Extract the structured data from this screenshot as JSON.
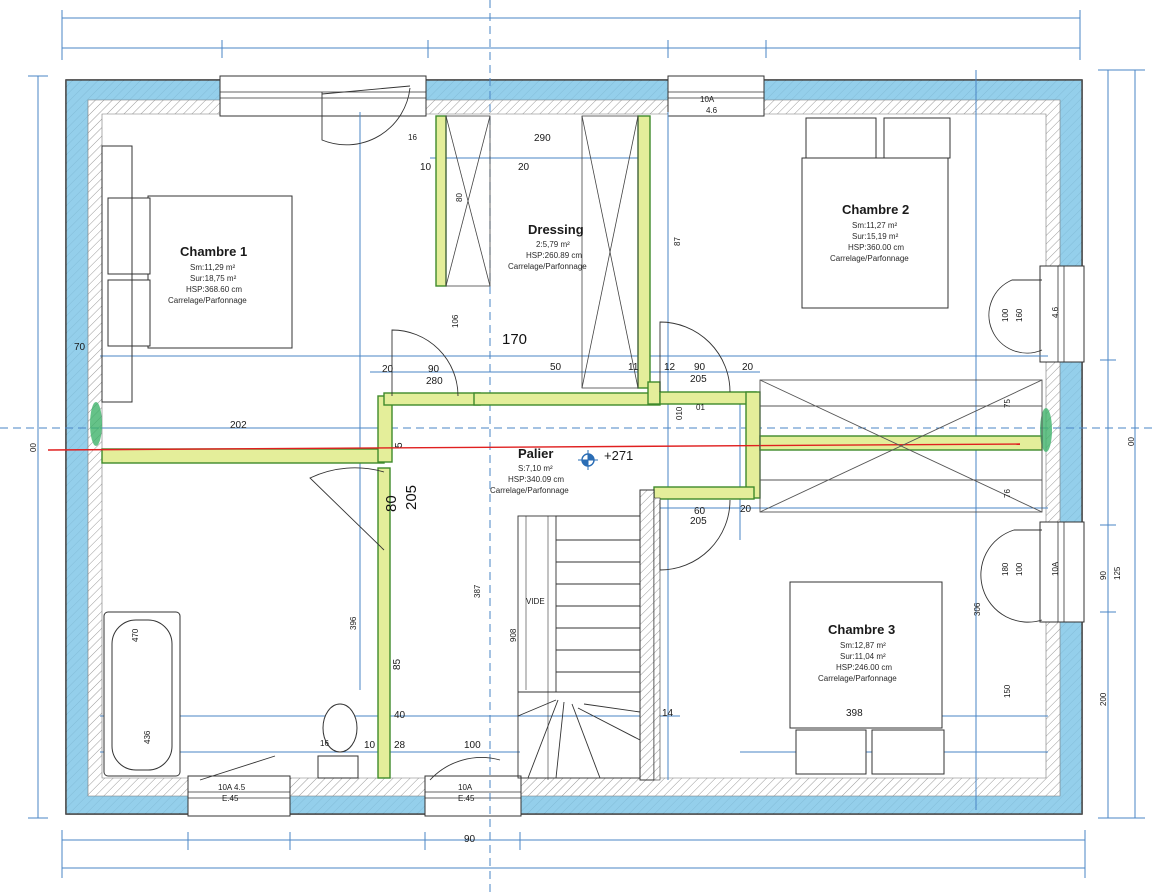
{
  "rooms": {
    "chambre1": {
      "name": "Chambre 1",
      "info": [
        "Sm:11,29 m²",
        "Sur:18,75 m²",
        "HSP:368.60 cm",
        "Carrelage/Parfonnage"
      ]
    },
    "chambre2": {
      "name": "Chambre 2",
      "info": [
        "Sm:11,27 m²",
        "Sur:15,19 m²",
        "HSP:360.00 cm",
        "Carrelage/Parfonnage"
      ]
    },
    "chambre3": {
      "name": "Chambre 3",
      "info": [
        "Sm:12,87 m²",
        "Sur:11,04 m²",
        "HSP:246.00 cm",
        "Carrelage/Parfonnage"
      ]
    },
    "dressing": {
      "name": "Dressing",
      "info": [
        "2:5,79 m²",
        "HSP:260.89 cm",
        "Carrelage/Parfonnage"
      ]
    },
    "palier": {
      "name": "Palier",
      "info": [
        "S:7,10 m²",
        "HSP:340.09 cm",
        "Carrelage/Parfonnage"
      ]
    },
    "vide": {
      "name": "VIDE"
    }
  },
  "level_marker": "+271",
  "dimensions": {
    "d_170": "170",
    "d_290": "290",
    "d_10a": "10",
    "d_20a": "20",
    "d_16": "16",
    "d_80v": "80",
    "d_87": "87",
    "d_106": "106",
    "d_70": "70",
    "d_202": "202",
    "d_20b": "20",
    "d_90a": "90",
    "d_280": "280",
    "d_50": "50",
    "d_11": "11",
    "d_12": "12",
    "d_90b": "90",
    "d_205a": "205",
    "d_20c": "20",
    "d_010": "010",
    "d_01": "01",
    "d_5": "5",
    "d_80": "80",
    "d_205b": "205",
    "d_60": "60",
    "d_205c": "205",
    "d_20d": "20",
    "d_100a": "100",
    "d_160": "160",
    "d_75": "75",
    "d_76": "76",
    "d_180": "180",
    "d_100b": "100",
    "d_306": "306",
    "d_150": "150",
    "d_90c": "90",
    "d_125": "125",
    "d_200": "200",
    "d_398": "398",
    "d_387": "387",
    "d_396": "396",
    "d_908": "908",
    "d_85": "85",
    "d_40": "40",
    "d_10b": "10",
    "d_28": "28",
    "d_100c": "100",
    "d_14": "14",
    "d_90bot": "90",
    "d_00a": "00",
    "d_00b": "00",
    "d_470": "470",
    "d_436": "436",
    "d_16b": "16"
  },
  "window_labels": {
    "top_right": [
      "10A",
      "4.6"
    ],
    "bottom_left": [
      "10A 4.5",
      "E.45"
    ],
    "bottom_mid": [
      "10A",
      "E.45"
    ],
    "right_upper": "4.6",
    "right_lower": "10A"
  },
  "colors": {
    "wall_fill": "#7dc4e6",
    "partition_fill": "#e4ee9a",
    "partition_outline": "#3f8a2b",
    "dimension_line": "#4a86c5",
    "section_line": "#e02020"
  }
}
